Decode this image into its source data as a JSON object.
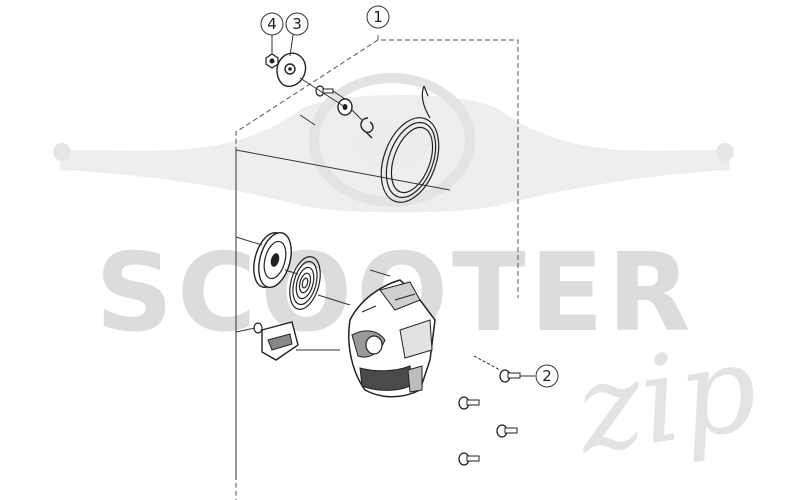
{
  "watermark": {
    "brand": "SCOOTER",
    "script": "zip"
  },
  "callouts": [
    {
      "number": "1"
    },
    {
      "number": "2"
    },
    {
      "number": "3"
    },
    {
      "number": "4"
    }
  ]
}
